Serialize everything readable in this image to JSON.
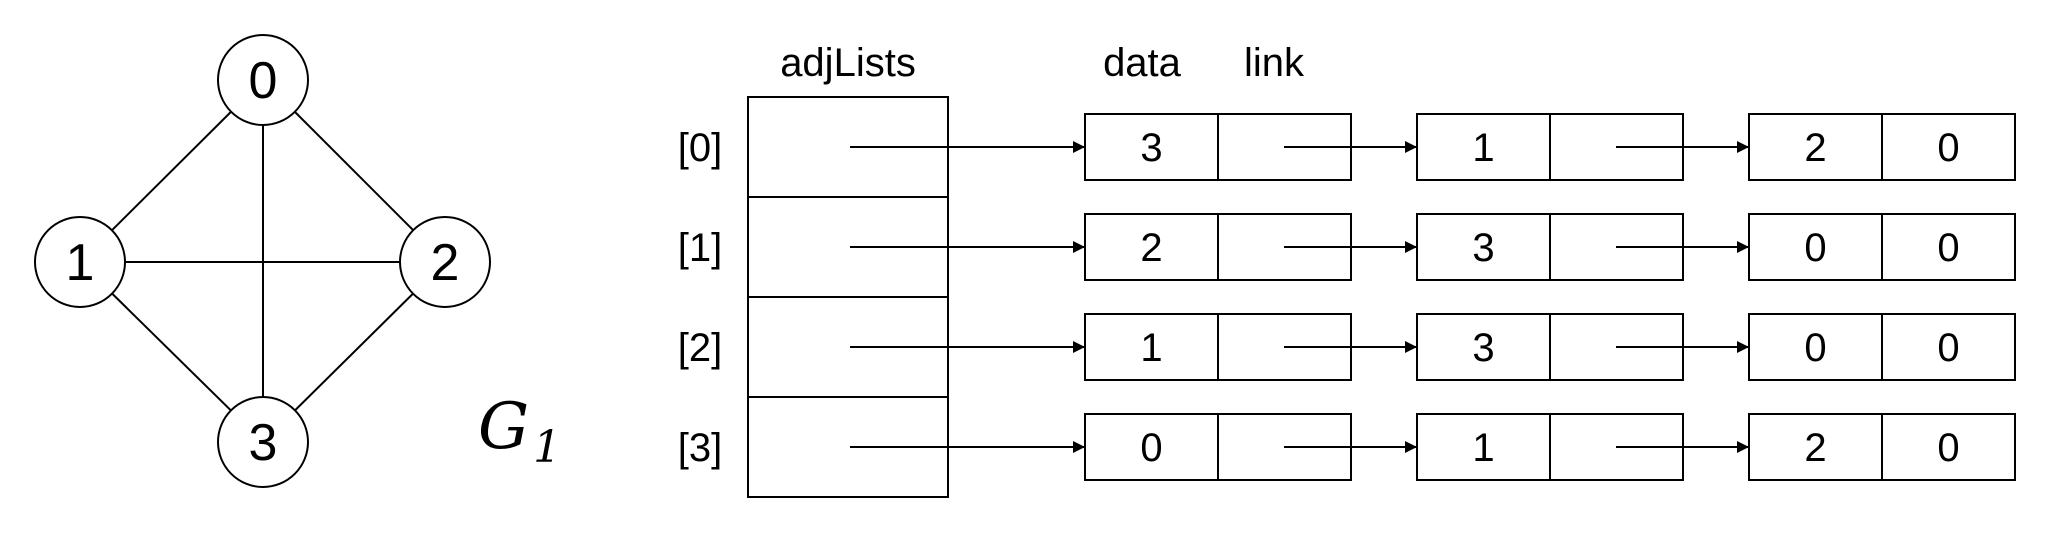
{
  "graph": {
    "name": "G",
    "subscript": "1",
    "vertices": [
      "0",
      "1",
      "2",
      "3"
    ],
    "edges": [
      [
        "0",
        "1"
      ],
      [
        "0",
        "2"
      ],
      [
        "0",
        "3"
      ],
      [
        "1",
        "2"
      ],
      [
        "1",
        "3"
      ],
      [
        "2",
        "3"
      ]
    ]
  },
  "adjacency": {
    "array_label": "adjLists",
    "data_label": "data",
    "link_label": "link",
    "index_labels": [
      "[0]",
      "[1]",
      "[2]",
      "[3]"
    ],
    "lists": [
      {
        "nodes": [
          {
            "data": "3",
            "link": ""
          },
          {
            "data": "1",
            "link": ""
          },
          {
            "data": "2",
            "link": "0"
          }
        ]
      },
      {
        "nodes": [
          {
            "data": "2",
            "link": ""
          },
          {
            "data": "3",
            "link": ""
          },
          {
            "data": "0",
            "link": "0"
          }
        ]
      },
      {
        "nodes": [
          {
            "data": "1",
            "link": ""
          },
          {
            "data": "3",
            "link": ""
          },
          {
            "data": "0",
            "link": "0"
          }
        ]
      },
      {
        "nodes": [
          {
            "data": "0",
            "link": ""
          },
          {
            "data": "1",
            "link": ""
          },
          {
            "data": "2",
            "link": "0"
          }
        ]
      }
    ]
  }
}
